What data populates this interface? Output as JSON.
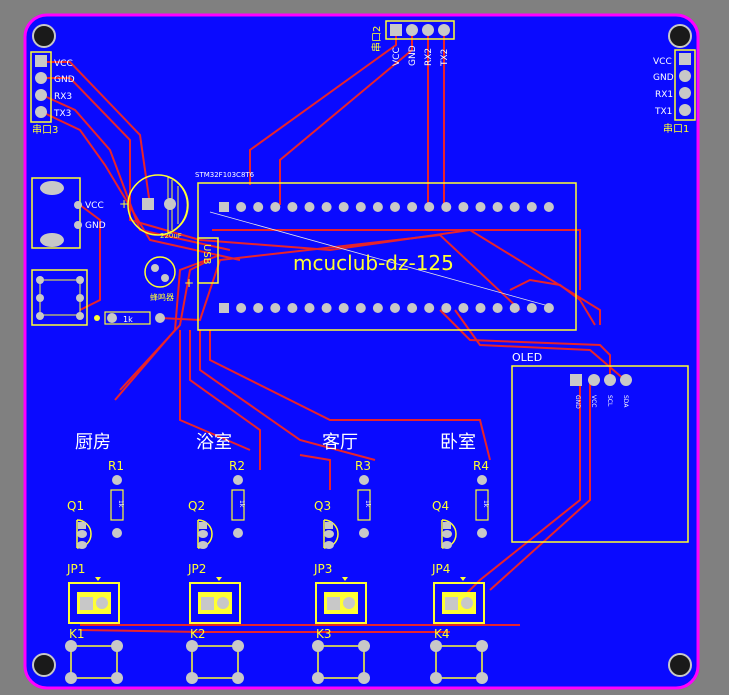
{
  "board": {
    "title": "mcuclub-dz-125",
    "colors": {
      "board": "#0a0aff",
      "outline": "#ff00ff",
      "silk": "#ffff33",
      "trace": "#e8232b",
      "pad": "#c8c8c8",
      "background": "#808080"
    }
  },
  "header_left": {
    "name": "串口3",
    "pins": [
      "VCC",
      "GND",
      "RX3",
      "TX3"
    ]
  },
  "header_top": {
    "name": "串口2",
    "pins": [
      "VCC",
      "GND",
      "RX2",
      "TX2"
    ]
  },
  "header_right": {
    "name": "串口1",
    "pins": [
      "VCC",
      "GND",
      "RX1",
      "TX1"
    ]
  },
  "power_jack": {
    "pins": [
      "VCC",
      "GND"
    ]
  },
  "capacitor": {
    "value": "220uF"
  },
  "resistor_main": {
    "value": "1k"
  },
  "usb_label": "USB",
  "buzzer_label": "蜂鸣器",
  "mcu_header_top_label": "STM32F103C8T6",
  "oled": {
    "label": "OLED",
    "pins": [
      "GND",
      "VCC",
      "SCL",
      "SDA"
    ]
  },
  "rooms": [
    {
      "name": "厨房",
      "r": "R1",
      "q": "Q1",
      "jp": "JP1",
      "k": "K1",
      "rv": "1k"
    },
    {
      "name": "浴室",
      "r": "R2",
      "q": "Q2",
      "jp": "JP2",
      "k": "K2",
      "rv": "1k"
    },
    {
      "name": "客厅",
      "r": "R3",
      "q": "Q3",
      "jp": "JP3",
      "k": "K3",
      "rv": "1k"
    },
    {
      "name": "卧室",
      "r": "R4",
      "q": "Q4",
      "jp": "JP4",
      "k": "K4",
      "rv": "1k"
    }
  ]
}
